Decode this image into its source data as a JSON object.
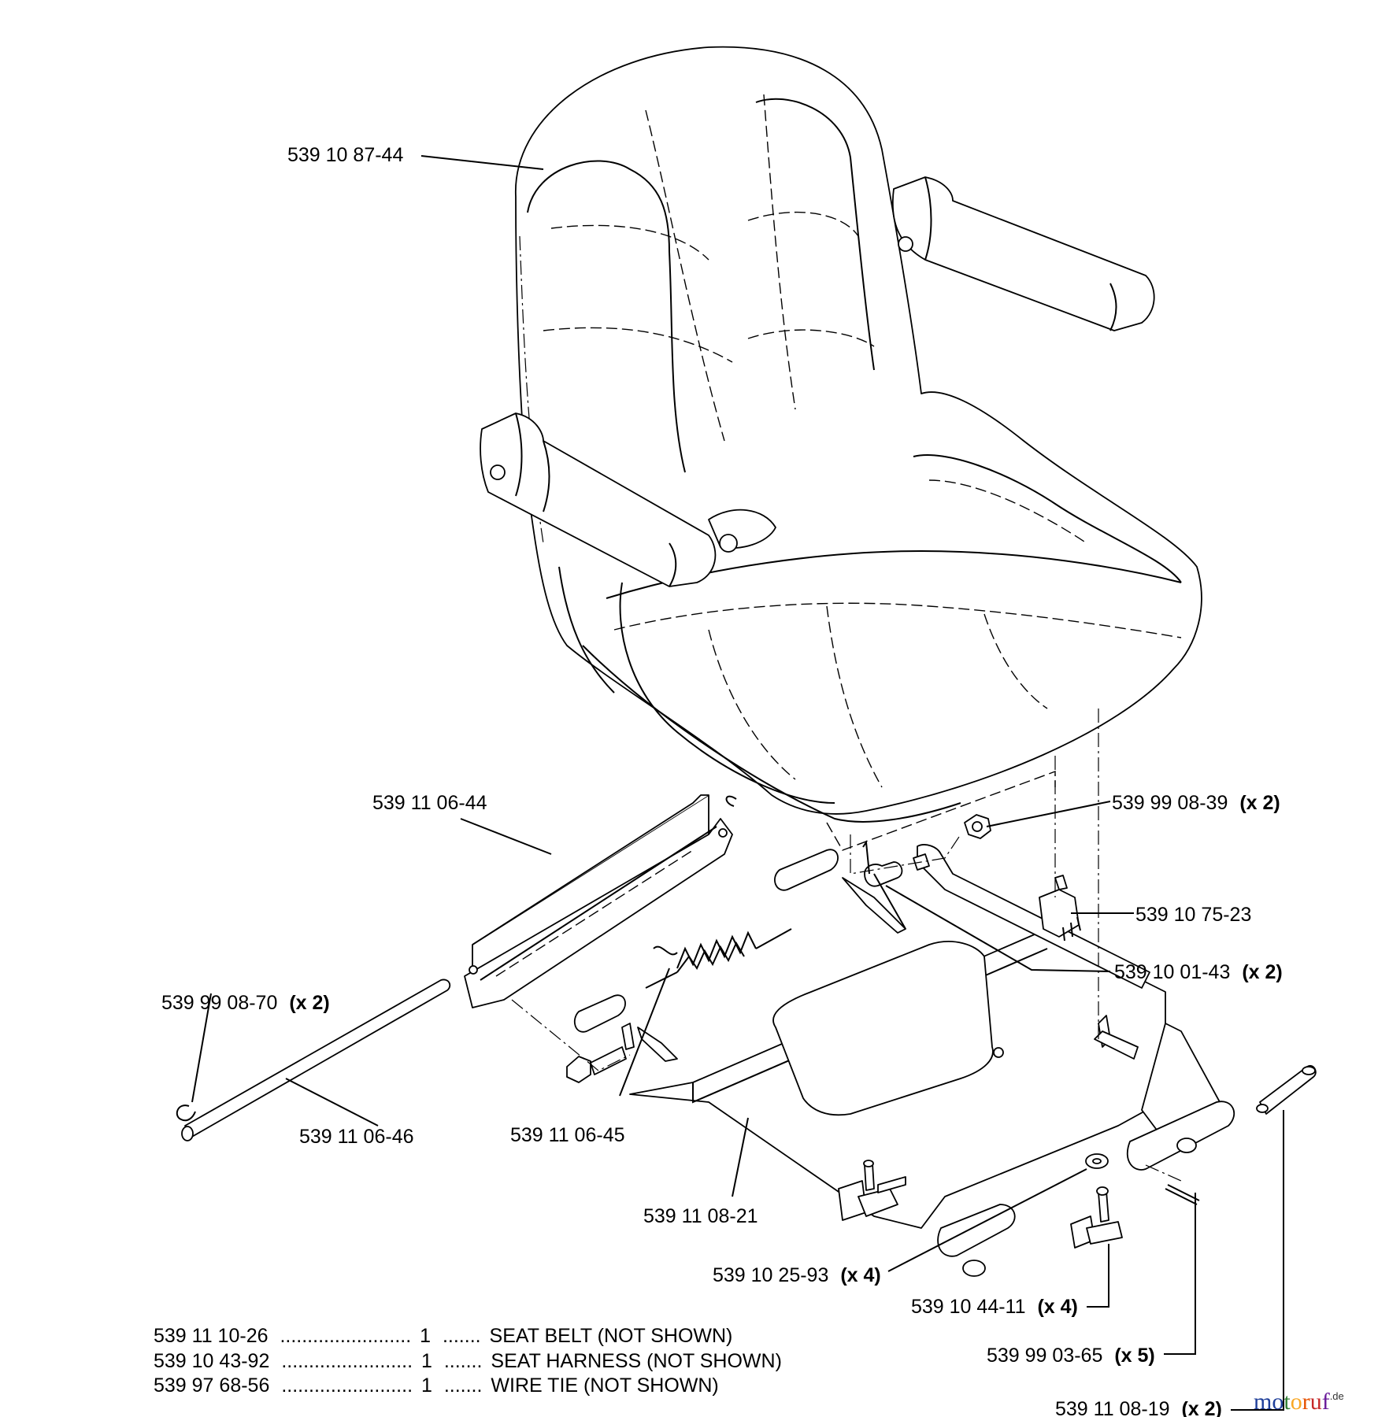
{
  "callouts": [
    {
      "id": "seat",
      "part": "539 10 87-44",
      "qty": ""
    },
    {
      "id": "bracket-left",
      "part": "539 11 06-44",
      "qty": ""
    },
    {
      "id": "nut",
      "part": "539 99 08-39",
      "qty": "(x 2)"
    },
    {
      "id": "switch",
      "part": "539 10 75-23",
      "qty": ""
    },
    {
      "id": "bolt",
      "part": "539 10 01-43",
      "qty": "(x 2)"
    },
    {
      "id": "e-clip",
      "part": "539 99 08-70",
      "qty": "(x 2)"
    },
    {
      "id": "rod",
      "part": "539 11 06-46",
      "qty": ""
    },
    {
      "id": "spring",
      "part": "539 11 06-45",
      "qty": ""
    },
    {
      "id": "seat-pan",
      "part": "539 11 08-21",
      "qty": ""
    },
    {
      "id": "washer",
      "part": "539 10 25-93",
      "qty": "(x 4)"
    },
    {
      "id": "knob",
      "part": "539 10 44-11",
      "qty": "(x 4)"
    },
    {
      "id": "cotter-pin",
      "part": "539 99 03-65",
      "qty": "(x 5)"
    },
    {
      "id": "pivot-pin",
      "part": "539 11 08-19",
      "qty": "(x 2)"
    }
  ],
  "parts_list": [
    {
      "part": "539 11 10-26",
      "dots": "........................",
      "qty": "1",
      "dots2": ".......",
      "desc": "SEAT BELT (NOT SHOWN)"
    },
    {
      "part": "539 10 43-92",
      "dots": "........................",
      "qty": "1",
      "dots2": ".......",
      "desc": "SEAT HARNESS (NOT SHOWN)"
    },
    {
      "part": "539 97 68-56",
      "dots": "........................",
      "qty": "1",
      "dots2": ".......",
      "desc": "WIRE TIE (NOT SHOWN)"
    }
  ],
  "watermark": {
    "letters": [
      {
        "ch": "m",
        "color": "#1f3f9a"
      },
      {
        "ch": "o",
        "color": "#1f3f9a"
      },
      {
        "ch": "t",
        "color": "#2e7d32"
      },
      {
        "ch": "o",
        "color": "#f9a825"
      },
      {
        "ch": "r",
        "color": "#e65100"
      },
      {
        "ch": "u",
        "color": "#c62828"
      },
      {
        "ch": "f",
        "color": "#6a1b9a"
      }
    ],
    "suffix": ".de"
  }
}
